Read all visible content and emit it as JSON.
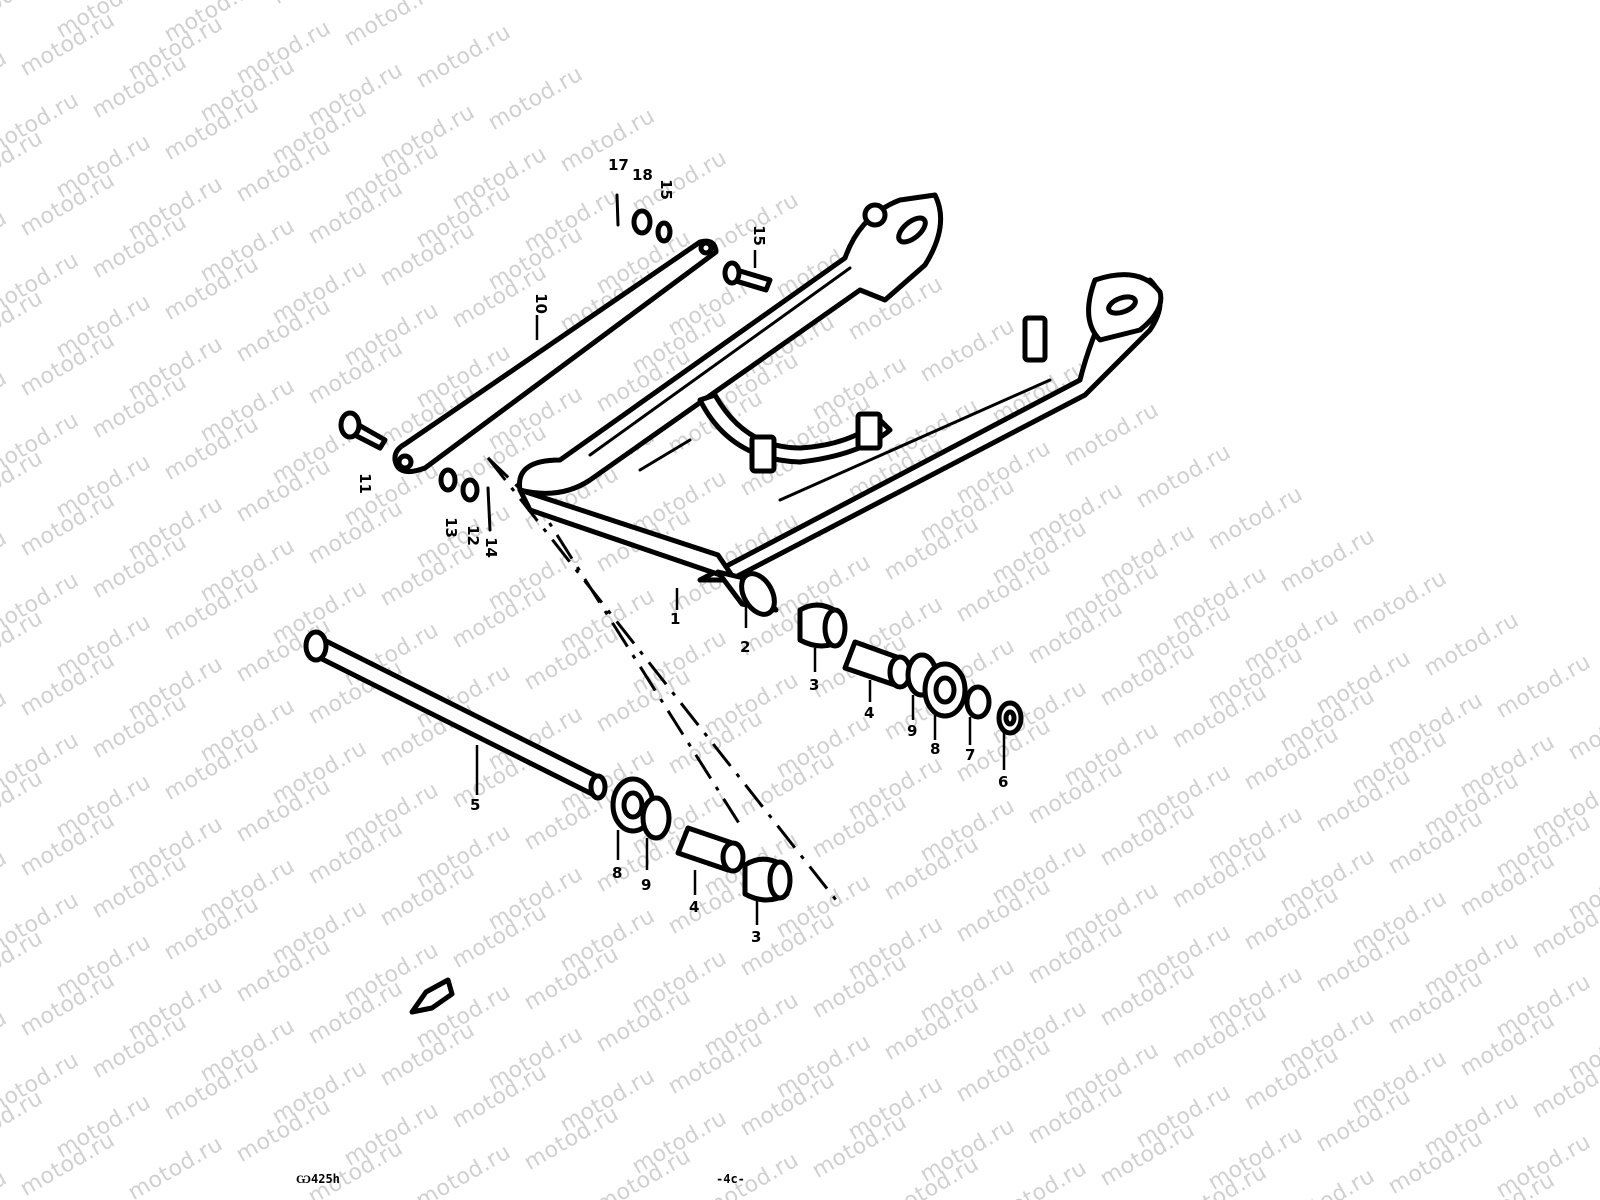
{
  "watermark": {
    "text": "motod.ru",
    "color": "#d0d0d0"
  },
  "diagram": {
    "line_color": "#000000",
    "background": "#ffffff",
    "parts": [
      {
        "id": "swingarm",
        "callout": "1"
      },
      {
        "id": "pivot-tube",
        "callout": "2"
      },
      {
        "id": "bushing-outer-right",
        "callout": "3"
      },
      {
        "id": "spacer-right",
        "callout": "4"
      },
      {
        "id": "pivot-shaft",
        "callout": "5"
      },
      {
        "id": "nut",
        "callout": "6"
      },
      {
        "id": "washer-small",
        "callout": "7"
      },
      {
        "id": "cap-right",
        "callout": "8"
      },
      {
        "id": "washer-right",
        "callout": "9"
      },
      {
        "id": "cap-left",
        "callout": "8"
      },
      {
        "id": "washer-left",
        "callout": "9"
      },
      {
        "id": "spacer-left",
        "callout": "4"
      },
      {
        "id": "bushing-outer-left",
        "callout": "3"
      },
      {
        "id": "bolt-lower",
        "callout": "11"
      },
      {
        "id": "torque-link",
        "callout": "10"
      },
      {
        "id": "washer-lower",
        "callout": "13"
      },
      {
        "id": "nut-lower",
        "callout": "12"
      },
      {
        "id": "cotter-lower",
        "callout": "14"
      },
      {
        "id": "bolt-upper",
        "callout": "15"
      },
      {
        "id": "cotter-upper",
        "callout": "17"
      },
      {
        "id": "nut-upper",
        "callout": "18"
      },
      {
        "id": "washer-upper",
        "callout": "15"
      }
    ]
  },
  "footer": {
    "figure_code": "Ѡ425h",
    "page_number": "-4c-"
  }
}
